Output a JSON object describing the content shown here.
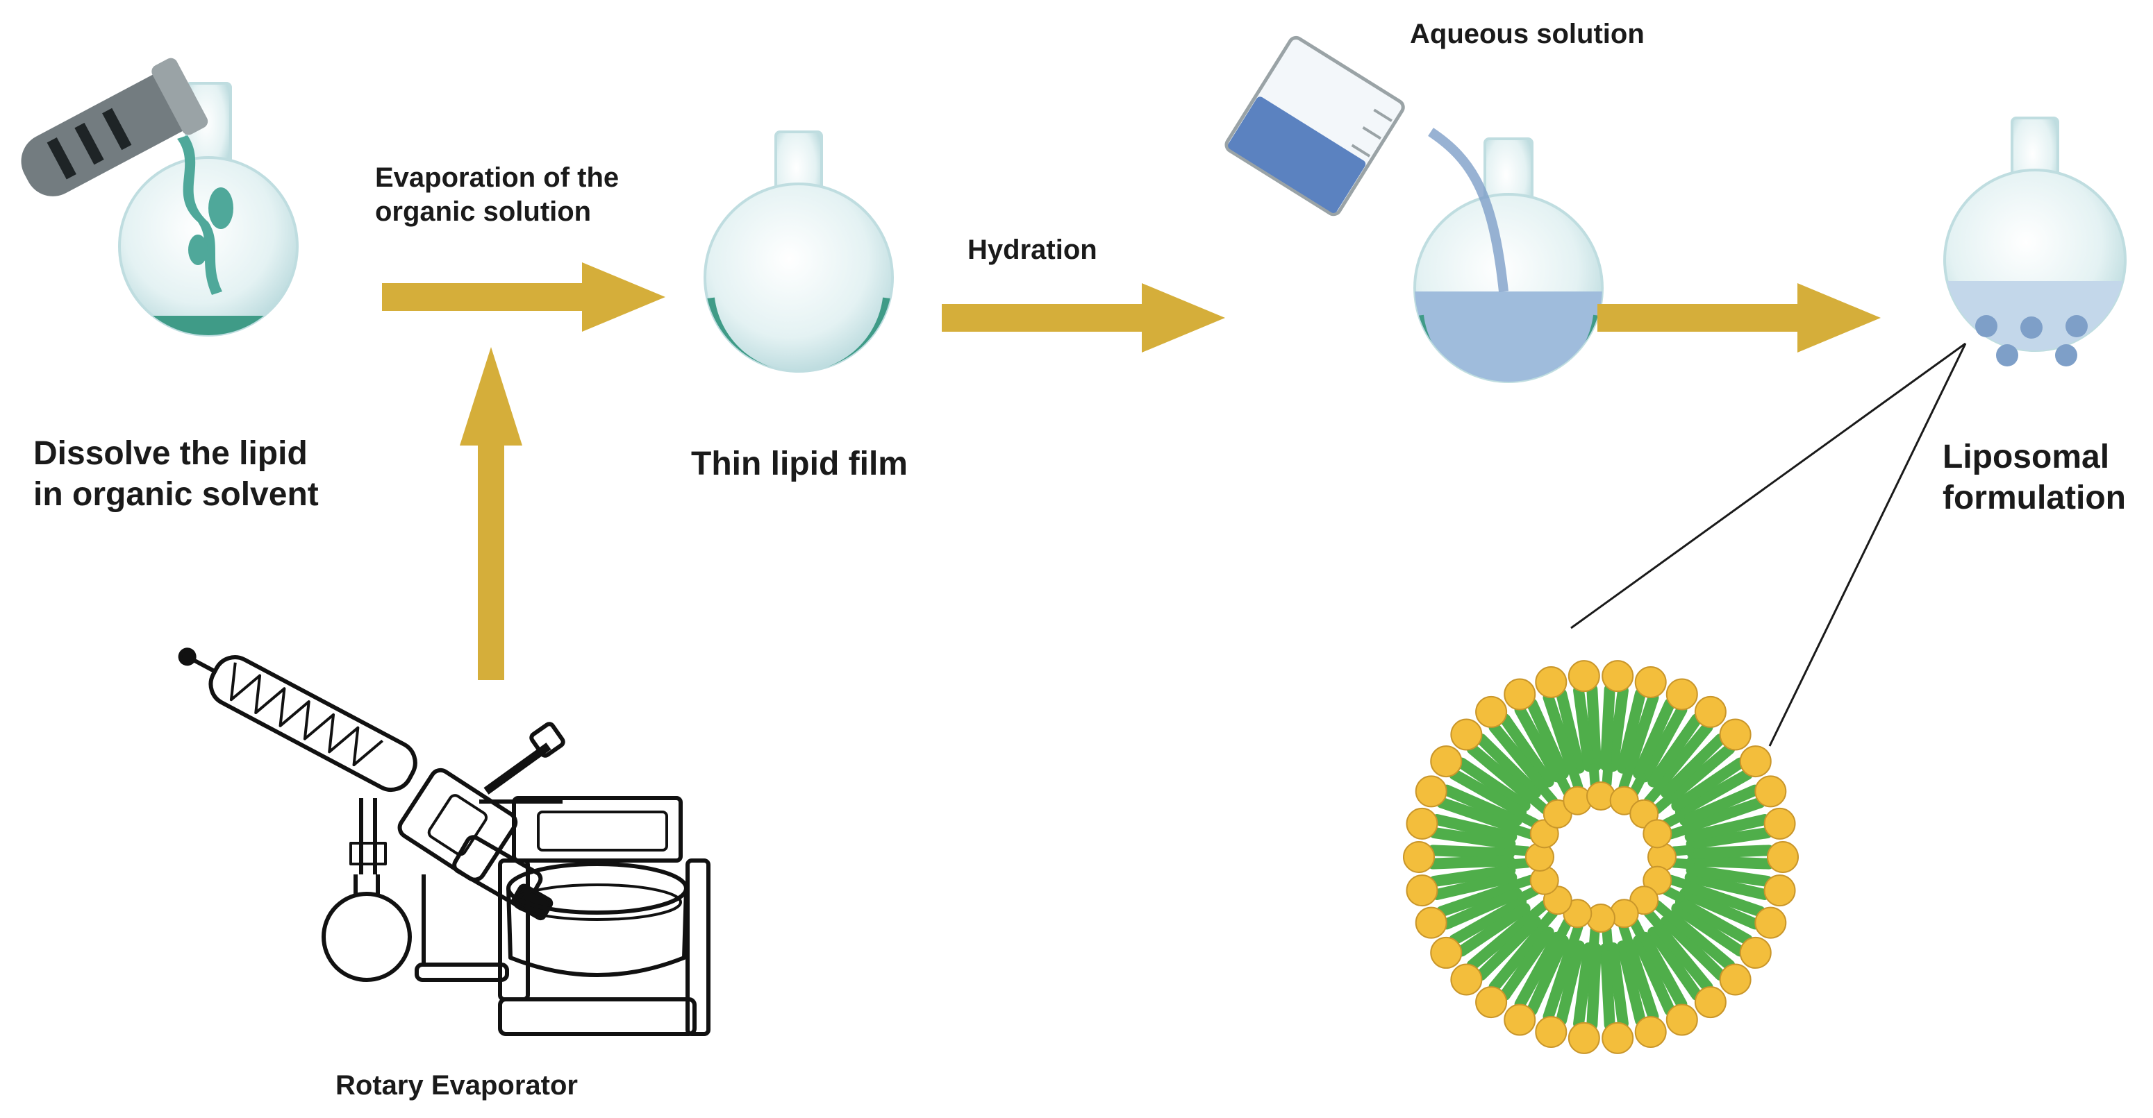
{
  "labels": {
    "dissolve": [
      "Dissolve the lipid",
      "in organic solvent"
    ],
    "evaporation": [
      "Evaporation of the",
      "organic solution"
    ],
    "thin_film": "Thin lipid film",
    "hydration": "Hydration",
    "aqueous": "Aqueous solution",
    "liposomal": [
      "Liposomal",
      "formulation"
    ],
    "rotary": "Rotary Evaporator"
  },
  "colors": {
    "arrow": "#D5AE3A",
    "lipid_film": "#3F9B87",
    "aqueous_fill": "#9FBCDC",
    "vesicle": "#7E9FC8",
    "lipid_head": "#F3BE3C",
    "lipid_tail": "#4FAE4A",
    "glass": "#CDE6E8",
    "tube_gray": "#737C80",
    "beaker_blue": "#5B82C0"
  },
  "icons": {
    "flask": "round-bottom-flask-icon",
    "test_tube": "test-tube-icon",
    "beaker": "beaker-icon",
    "rotary_evaporator": "rotary-evaporator-icon",
    "liposome": "liposome-bilayer-icon"
  }
}
